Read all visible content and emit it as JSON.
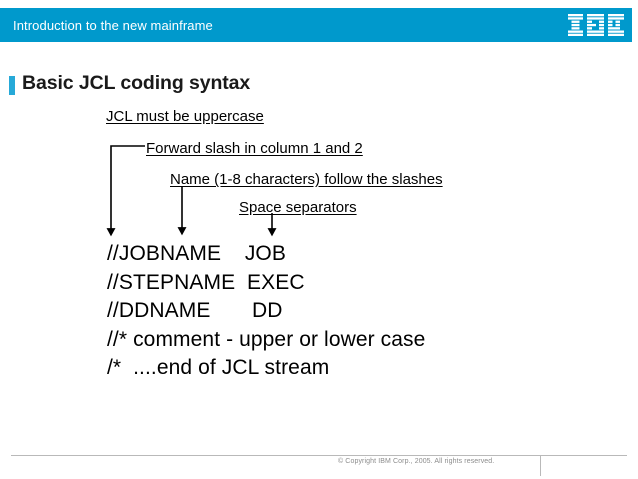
{
  "header": {
    "title": "Introduction to the new mainframe",
    "logo_name": "ibm-logo",
    "bar_color": "#0099cc"
  },
  "slide": {
    "title": "Basic JCL coding syntax",
    "accent_color": "#26a9d8",
    "annotations": [
      {
        "text": "JCL must be uppercase"
      },
      {
        "text": "Forward slash in column 1 and 2"
      },
      {
        "text": "Name (1-8 characters) follow the slashes"
      },
      {
        "text": "Space separators"
      }
    ],
    "code_lines": [
      "//JOBNAME    JOB",
      "//STEPNAME  EXEC",
      "//DDNAME       DD",
      "//* comment - upper or lower case",
      "/*  ....end of JCL stream"
    ]
  },
  "footer": {
    "copyright": "© Copyright IBM Corp., 2005. All rights reserved."
  }
}
